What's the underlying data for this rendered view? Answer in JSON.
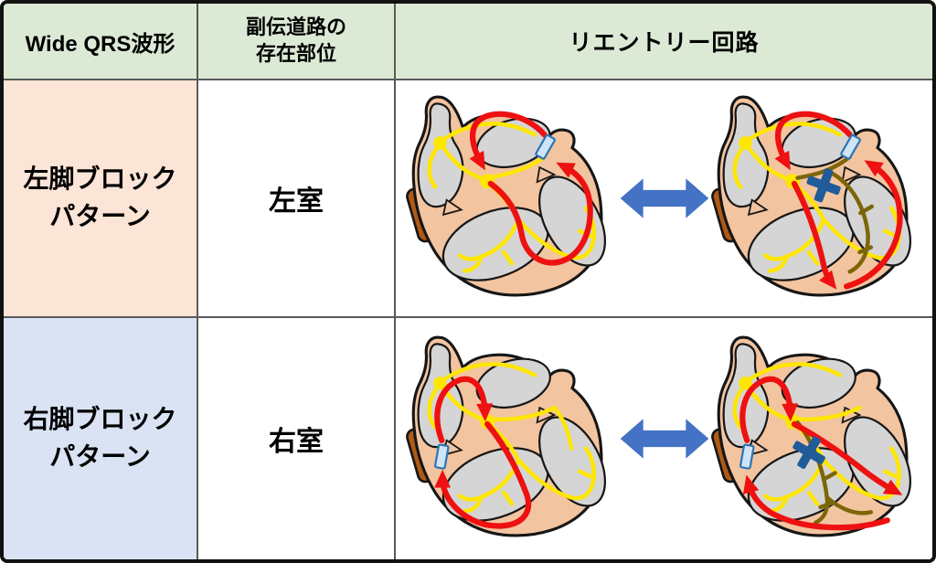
{
  "table": {
    "headers": [
      {
        "label": "Wide QRS波形"
      },
      {
        "label": "副伝道路の\n存在部位"
      },
      {
        "label": "リエントリー回路"
      }
    ],
    "rows": [
      {
        "pattern": "左脚ブロック\nパターン",
        "location": "左室"
      },
      {
        "pattern": "右脚ブロック\nパターン",
        "location": "右室"
      }
    ]
  },
  "icons": {
    "between_hearts": "left-right-double-arrow",
    "accessory_pathway": "light-blue-rectangle-marker",
    "conduction_block": "blue-cross-marker",
    "diagram": "heart-cross-section"
  },
  "colors": {
    "header_bg": "#dcead5",
    "row1_label_bg": "#fbe5d6",
    "row2_label_bg": "#dae3f3",
    "grid_line": "#595959",
    "outer_border": "#111111",
    "text": "#000000",
    "double_arrow": "#4472c4",
    "heart_wall": "#f3c4a0",
    "heart_outline": "#161616",
    "chamber": "#d5d5d5",
    "aorta_brown": "#b05a15",
    "conduction_yellow": "#ffe600",
    "reentry_red": "#ee1111",
    "blocked_pathway_olive": "#7d6608",
    "block_cross": "#1f5c99",
    "accessory_fill": "#cfe5f7",
    "accessory_stroke": "#2e75b6"
  }
}
